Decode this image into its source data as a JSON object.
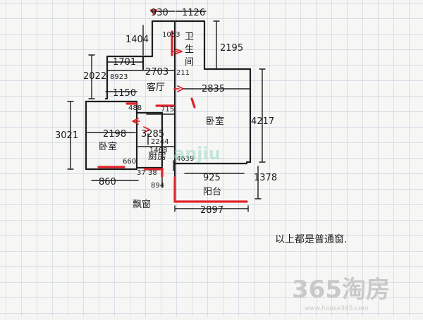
{
  "rooms": {
    "bathroom": "卫生间",
    "living": "客厅",
    "bedroom_main": "卧室",
    "bedroom_small": "卧室",
    "kitchen": "厨房",
    "balcony": "阳台",
    "bay_window": "飘窗"
  },
  "dimensions": {
    "d930": "930",
    "d1126": "1126",
    "d1404": "1404",
    "d1053": "1053",
    "d2195": "2195",
    "d1701": "1701",
    "d2703": "2703",
    "d2022": "2022",
    "d8923": "8923",
    "d2835": "2835",
    "d1150": "1150",
    "d488": "488",
    "d715": "715",
    "d4217": "4217",
    "d3021": "3021",
    "d2198": "2198",
    "d3285": "3285",
    "d2244": "2244",
    "d1468": "1468",
    "d4639": "4639",
    "d660": "660",
    "d925": "925",
    "d1378": "1378",
    "d860": "860",
    "d37": "37",
    "d38": "38",
    "d894": "894",
    "d2897": "2897",
    "d211": "211"
  },
  "note": "以上都是普通窗.",
  "watermark": {
    "brand": "365淘房",
    "sub": "www.house365.com"
  },
  "colors": {
    "ink": "#1d1d1f",
    "window_red": "#e0242b",
    "grid": "#b8c4d8",
    "watermark": "#c9c9c9"
  }
}
